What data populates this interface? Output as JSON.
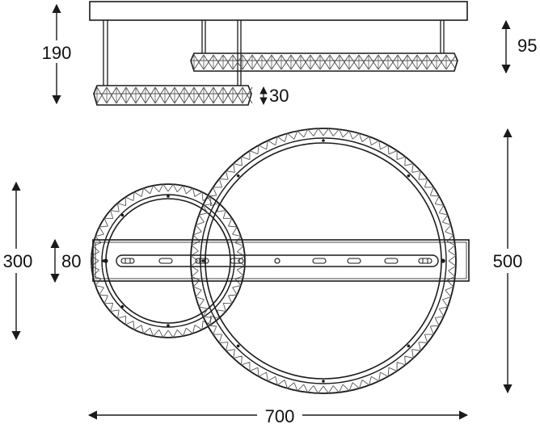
{
  "dimensions": {
    "total_height": "190",
    "upper_ring_drop": "95",
    "ring_thickness": "30",
    "small_ring_diameter": "300",
    "bar_width": "80",
    "large_ring_diameter": "500",
    "overall_width": "700"
  },
  "colors": {
    "stroke": "#1a1a1a",
    "fill": "#ffffff",
    "crystal": "#555555"
  }
}
